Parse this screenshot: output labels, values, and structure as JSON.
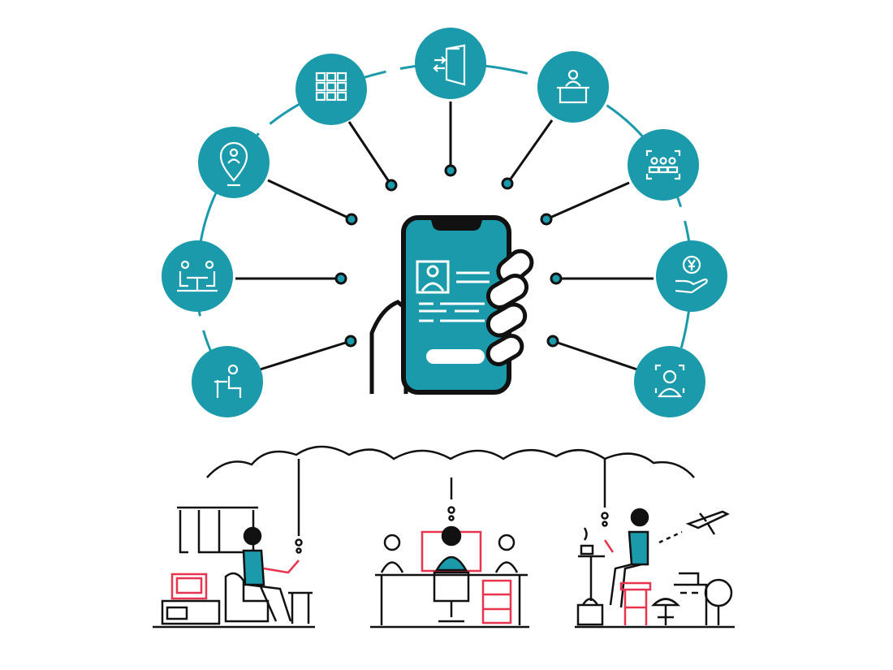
{
  "colors": {
    "teal": "#1a9aab",
    "accent_red": "#e8344e",
    "line": "#111111",
    "background": "#ffffff"
  },
  "services": [
    {
      "icon": "desk-worker-icon"
    },
    {
      "icon": "meeting-table-icon"
    },
    {
      "icon": "location-pin-person-icon"
    },
    {
      "icon": "locker-grid-icon"
    },
    {
      "icon": "door-entry-icon"
    },
    {
      "icon": "reception-desk-icon"
    },
    {
      "icon": "group-scan-icon"
    },
    {
      "icon": "yen-payment-hand-icon"
    },
    {
      "icon": "face-recognition-icon"
    }
  ],
  "scenes": [
    {
      "icon": "home-work-scene"
    },
    {
      "icon": "office-work-scene"
    },
    {
      "icon": "cafe-travel-scene"
    }
  ]
}
